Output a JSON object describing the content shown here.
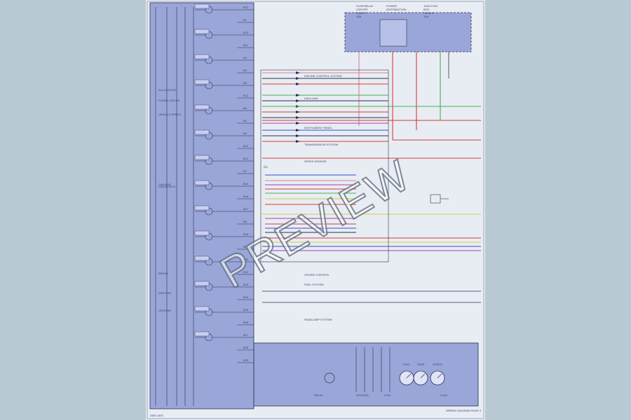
{
  "colors": {
    "background": "#b9c9d3",
    "sheet": "#e8edf3",
    "control_module_fill": "#9aa6d8",
    "wire_pink": "#e57f8a",
    "wire_red": "#d83a3a",
    "wire_green": "#4caf50",
    "wire_blue": "#3050d0",
    "wire_yellow": "#d7c94a",
    "wire_purple": "#9a44b8"
  },
  "watermark": {
    "text": "PREVIEW"
  },
  "top_box": {
    "left_labels": [
      "FUSE/RELAY",
      "CENTER",
      "FUSE 3",
      "10A"
    ],
    "center_labels": [
      "POWER",
      "DISTRIBUTION"
    ],
    "right_labels": [
      "JUNCTION",
      "BOX",
      "FUSE 5",
      "10A"
    ]
  },
  "module_pins": [
    "B21",
    "B1",
    "B13",
    "B11",
    "B3",
    "B9",
    "B8",
    "B12",
    "B6",
    "B2",
    "B4",
    "B10",
    "B14",
    "B7",
    "B15",
    "B16",
    "B17",
    "B5",
    "B18",
    "B19",
    "B20",
    "B22",
    "B23",
    "B24",
    "B25",
    "B26",
    "B27",
    "B28",
    "B29"
  ],
  "module_side_labels": [
    "ALLOCATION",
    "FUSED CIRCUIT",
    "VEHICLE SPEED",
    "CAN BUS",
    "DIAGNOSTIC",
    "BRAKE",
    "IGNITION",
    "GROUND"
  ],
  "harness_connector_label": "C1",
  "signal_labels": [
    "ENGINE CONTROL SYSTEM",
    "DATA LINK",
    "INSTRUMENT PANEL",
    "TRANSMISSION SYSTEM",
    "SPEED SENSOR",
    "CRUISE CONTROL",
    "FUEL SYSTEM",
    "HEADLAMP SYSTEM"
  ],
  "bottom_labels": [
    "RELAY",
    "GROUND",
    "G101",
    "G102"
  ],
  "gauge_labels": [
    "FUEL",
    "TEMP",
    "SPEED"
  ],
  "footer_left": "OBD 1600",
  "footer_right": "WIRING DIAGRAM PAGE 3"
}
